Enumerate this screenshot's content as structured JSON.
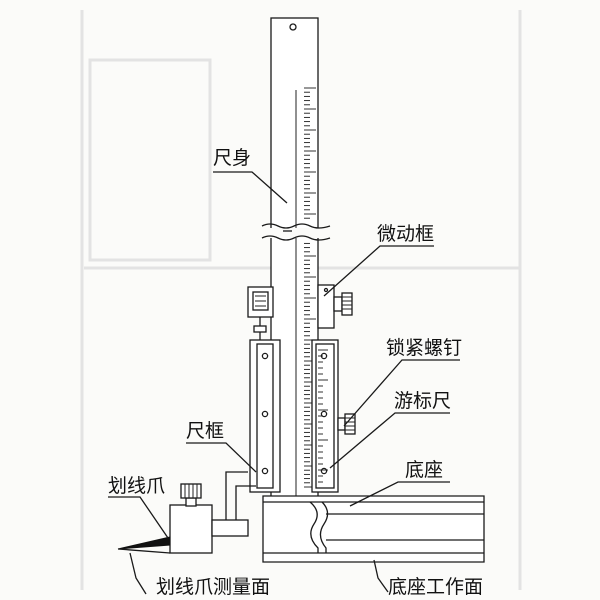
{
  "labels": {
    "ruler_body": "尺身",
    "fine_adjust_frame": "微动框",
    "locking_screw": "锁紧螺钉",
    "vernier_scale": "游标尺",
    "ruler_frame": "尺框",
    "base": "底座",
    "scribing_claw": "划线爪",
    "scribing_claw_surface": "划线爪测量面",
    "base_working_surface": "底座工作面"
  },
  "colors": {
    "ink": "#1a1a1a",
    "paper": "#fbfbf9",
    "ghost": "#e3e3e3"
  }
}
